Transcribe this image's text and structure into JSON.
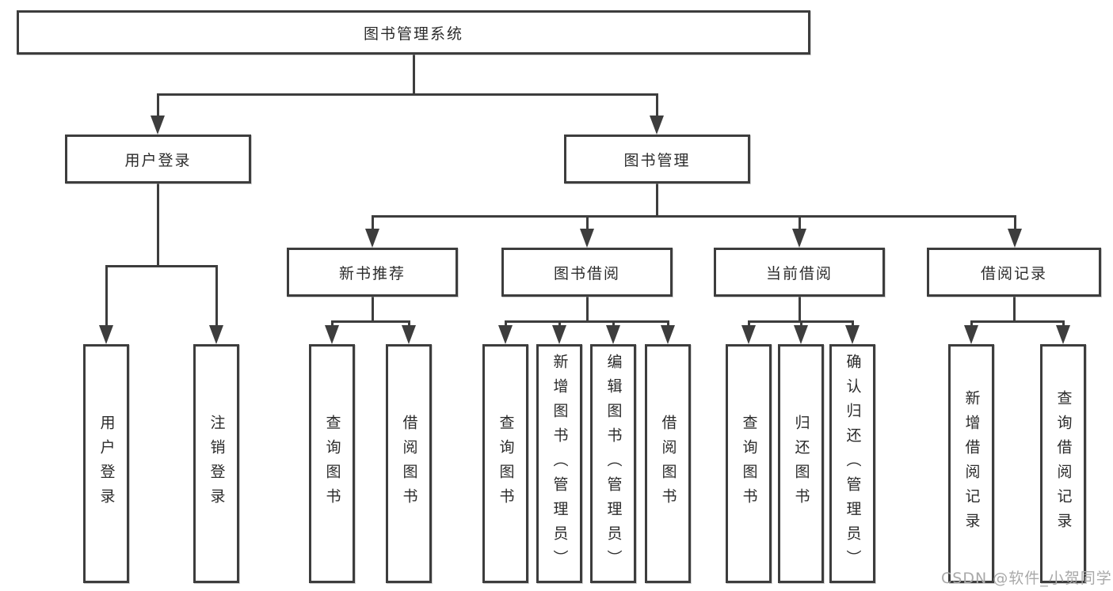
{
  "diagram": {
    "root": "图书管理系统",
    "user_login": {
      "label": "用户登录",
      "leaves": [
        "用户登录",
        "注销登录"
      ]
    },
    "book_mgmt": {
      "label": "图书管理",
      "children": {
        "new_book": {
          "label": "新书推荐",
          "leaves": [
            "查询图书",
            "借阅图书"
          ]
        },
        "book_borrow": {
          "label": "图书借阅",
          "leaves": [
            "查询图书",
            "新增图书（管理员）",
            "编辑图书（管理员）",
            "借阅图书"
          ]
        },
        "current_borrow": {
          "label": "当前借阅",
          "leaves": [
            "查询图书",
            "归还图书",
            "确认归还（管理员）"
          ]
        },
        "borrow_records": {
          "label": "借阅记录",
          "leaves": [
            "新增借阅记录",
            "查询借阅记录"
          ]
        }
      }
    }
  },
  "watermark": "CSDN @软件_小贺同学",
  "colors": {
    "line": "#3d3d3d",
    "box_fill": "#ffffff",
    "text": "#2b2b2b",
    "watermark": "#a9a9a9"
  }
}
